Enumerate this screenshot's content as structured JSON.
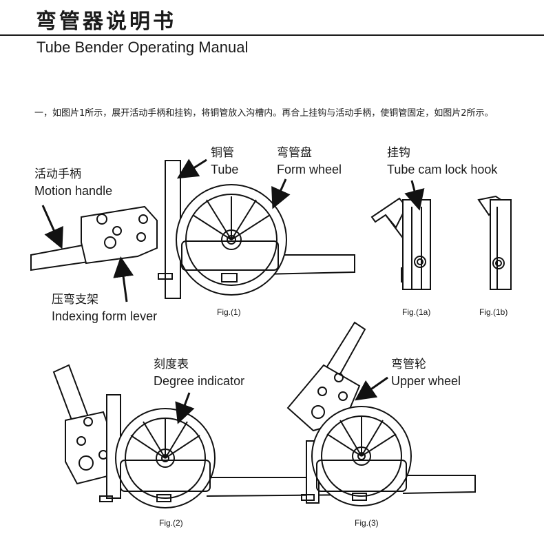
{
  "header": {
    "title_cn": "弯管器说明书",
    "title_en": "Tube Bender Operating Manual"
  },
  "instructions": {
    "step1": "一，如图片1所示，展开活动手柄和挂钩，将铜管放入沟槽内。再合上挂钩与活动手柄，使铜管固定，如图片2所示。"
  },
  "labels": {
    "tube": {
      "cn": "铜管",
      "en": "Tube"
    },
    "form_wheel": {
      "cn": "弯管盘",
      "en": "Form wheel"
    },
    "hook": {
      "cn": "挂钩",
      "en": "Tube cam lock hook"
    },
    "motion_handle": {
      "cn": "活动手柄",
      "en": "Motion handle"
    },
    "indexing_lever": {
      "cn": "压弯支架",
      "en": "Indexing form lever"
    },
    "degree_indicator": {
      "cn": "刻度表",
      "en": "Degree indicator"
    },
    "upper_wheel": {
      "cn": "弯管轮",
      "en": "Upper wheel"
    }
  },
  "figures": {
    "fig1": "Fig.(1)",
    "fig1a": "Fig.(1a)",
    "fig1b": "Fig.(1b)",
    "fig2": "Fig.(2)",
    "fig3": "Fig.(3)"
  }
}
